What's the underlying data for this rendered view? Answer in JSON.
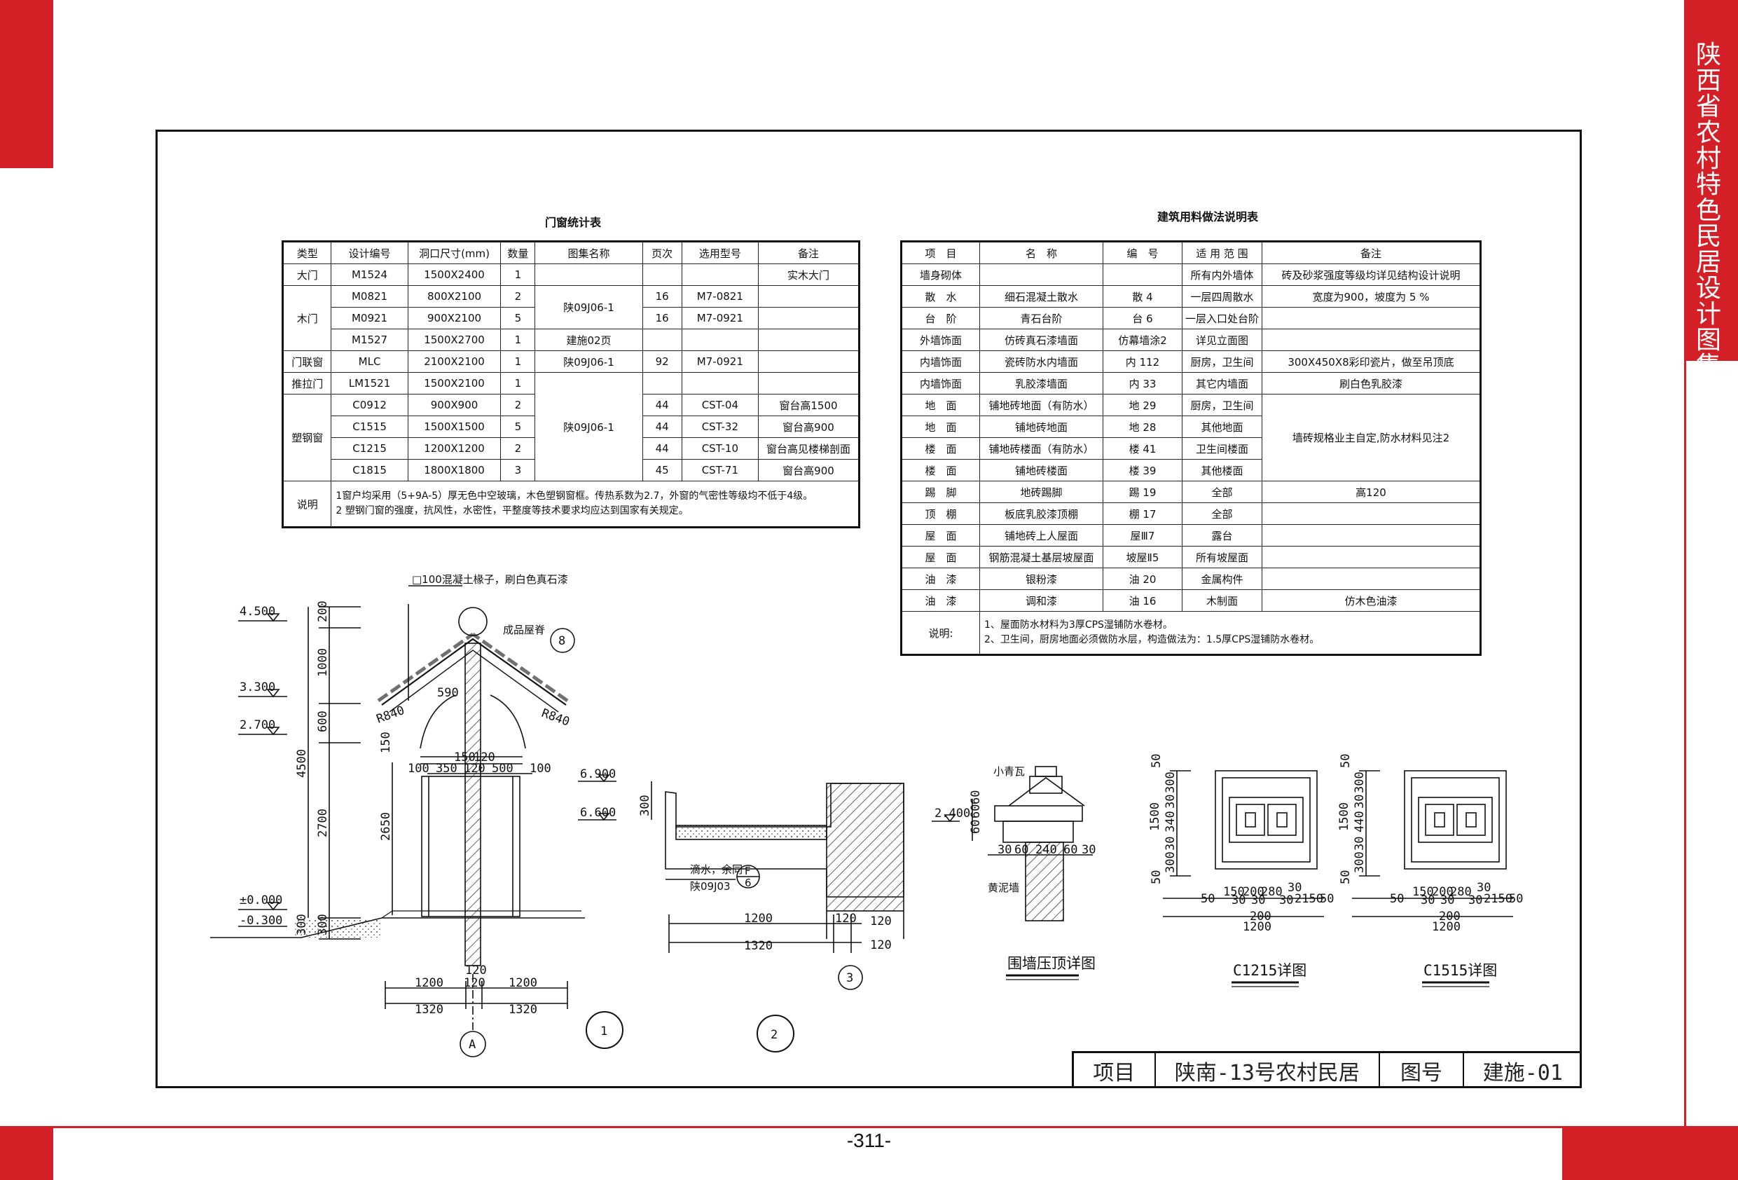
{
  "sidebar": {
    "title": "陕西省农村特色民居设计图集"
  },
  "door_table": {
    "title": "门窗统计表",
    "headers": [
      "类型",
      "设计编号",
      "洞口尺寸(mm)",
      "数量",
      "图集名称",
      "页次",
      "选用型号",
      "备注"
    ],
    "rows": [
      [
        "大门",
        "M1524",
        "1500X2400",
        "1",
        "",
        "",
        "",
        "实木大门"
      ],
      [
        "木门",
        "M0821",
        "800X2100",
        "2",
        "陕09J06-1",
        "16",
        "M7-0821",
        ""
      ],
      [
        "",
        "M0921",
        "900X2100",
        "5",
        "",
        "16",
        "M7-0921",
        ""
      ],
      [
        "",
        "M1527",
        "1500X2700",
        "1",
        "建施02页",
        "",
        "",
        ""
      ],
      [
        "门联窗",
        "MLC",
        "2100X2100",
        "1",
        "陕09J06-1",
        "92",
        "M7-0921",
        ""
      ],
      [
        "推拉门",
        "LM1521",
        "1500X2100",
        "1",
        "",
        "",
        "",
        ""
      ],
      [
        "塑钢窗",
        "C0912",
        "900X900",
        "2",
        "陕09J06-1",
        "44",
        "CST-04",
        "窗台高1500"
      ],
      [
        "",
        "C1515",
        "1500X1500",
        "5",
        "",
        "44",
        "CST-32",
        "窗台高900"
      ],
      [
        "",
        "C1215",
        "1200X1200",
        "2",
        "",
        "44",
        "CST-10",
        "窗台高见楼梯剖面"
      ],
      [
        "",
        "C1815",
        "1800X1800",
        "3",
        "",
        "45",
        "CST-71",
        "窗台高900"
      ]
    ],
    "note_label": "说明",
    "note_lines": [
      "1窗户均采用（5+9A-5）厚无色中空玻璃，木色塑钢窗框。传热系数为2.7，外窗的气密性等级均不低于4级。",
      "2 塑钢门窗的强度，抗风性，水密性，平整度等技术要求均应达到国家有关规定。"
    ]
  },
  "material_table": {
    "title": "建筑用料做法说明表",
    "headers": [
      "项　目",
      "名　称",
      "编　号",
      "适 用 范 围",
      "备注"
    ],
    "rows": [
      [
        "墙身砌体",
        "",
        "",
        "所有内外墙体",
        "砖及砂浆强度等级均详见结构设计说明"
      ],
      [
        "散　水",
        "细石混凝土散水",
        "散 4",
        "一层四周散水",
        "宽度为900，坡度为 5 %"
      ],
      [
        "台　阶",
        "青石台阶",
        "台 6",
        "一层入口处台阶",
        ""
      ],
      [
        "外墙饰面",
        "仿砖真石漆墙面",
        "仿幕墙涂2",
        "详见立面图",
        ""
      ],
      [
        "内墙饰面",
        "瓷砖防水内墙面",
        "内 112",
        "厨房，卫生间",
        "300X450X8彩印瓷片，做至吊顶底"
      ],
      [
        "内墙饰面",
        "乳胶漆墙面",
        "内 33",
        "其它内墙面",
        "刷白色乳胶漆"
      ],
      [
        "地　面",
        "铺地砖地面（有防水）",
        "地 29",
        "厨房，卫生间",
        "墙砖规格业主自定,防水材料见注2"
      ],
      [
        "地　面",
        "铺地砖地面",
        "地 28",
        "其他地面",
        ""
      ],
      [
        "楼　面",
        "铺地砖楼面（有防水）",
        "楼 41",
        "卫生间楼面",
        ""
      ],
      [
        "楼　面",
        "铺地砖楼面",
        "楼 39",
        "其他楼面",
        ""
      ],
      [
        "踢　脚",
        "地砖踢脚",
        "踢 19",
        "全部",
        "高120"
      ],
      [
        "顶　棚",
        "板底乳胶漆顶棚",
        "棚 17",
        "全部",
        ""
      ],
      [
        "屋　面",
        "铺地砖上人屋面",
        "屋Ⅲ7",
        "露台",
        ""
      ],
      [
        "屋　面",
        "钢筋混凝土基层坡屋面",
        "坡屋Ⅱ5",
        "所有坡屋面",
        ""
      ],
      [
        "油　漆",
        "银粉漆",
        "油 20",
        "金属构件",
        ""
      ],
      [
        "油　漆",
        "调和漆",
        "油 16",
        "木制面",
        "仿木色油漆"
      ]
    ],
    "note_label": "说明:",
    "note_lines": [
      "1、屋面防水材料为3厚CPS湿铺防水卷材。",
      "2、卫生间，厨房地面必须做防水层，构造做法为：1.5厚CPS湿铺防水卷材。"
    ]
  },
  "drawing": {
    "elev_labels": [
      "4.500",
      "3.300",
      "2.700",
      "±0.000",
      "-0.300",
      "6.900",
      "6.600",
      "2.400"
    ],
    "dims_left": [
      "200",
      "1000",
      "600",
      "4500",
      "2700",
      "300",
      "300"
    ],
    "dims_a": [
      "100",
      "350",
      "120",
      "500",
      "100",
      "150",
      "120",
      "2650",
      "150"
    ],
    "dims_bottom_a": [
      "1200",
      "120",
      "1200",
      "1320",
      "1320",
      "120"
    ],
    "note_top": "□100混凝土椽子，刷白色真石漆",
    "note_ridge": "成品屋脊",
    "radius_left": "R840",
    "radius_right": "R840",
    "dim_590": "590",
    "circle_8": "8",
    "axis_a": "A",
    "circle_1": "1",
    "circle_2": "2",
    "circle_3": "3",
    "drip_note": "滴水，余同",
    "drip_ref": "陕09J03",
    "drip_ref_top": "F",
    "drip_ref_bottom": "6",
    "dims_section2": [
      "300",
      "1200",
      "120",
      "120",
      "1320",
      "120"
    ],
    "wall_cap_labels": [
      "小青瓦",
      "黄泥墙"
    ],
    "wall_cap_dims": [
      "60",
      "60",
      "60",
      "30",
      "60",
      "240",
      "60",
      "30"
    ],
    "wall_cap_title": "围墙压顶详图",
    "c1215_title": "C1215详图",
    "c1515_title": "C1515详图",
    "c1215_dims_v": [
      "50",
      "300",
      "30",
      "340",
      "30",
      "300",
      "50",
      "1500"
    ],
    "c1215_dims_h": [
      "150",
      "200",
      "280",
      "30",
      "2150",
      "50",
      "50",
      "30",
      "30",
      "30",
      "200",
      "1200"
    ],
    "c1515_dims_v": [
      "50",
      "300",
      "30",
      "440",
      "30",
      "300",
      "50",
      "1500"
    ]
  },
  "title_block": {
    "project_label": "项目",
    "project_name": "陕南-13号农村民居",
    "drawing_no_label": "图号",
    "drawing_no": "建施-01"
  },
  "page_number": "-311-",
  "colors": {
    "accent": "#d51f26"
  }
}
